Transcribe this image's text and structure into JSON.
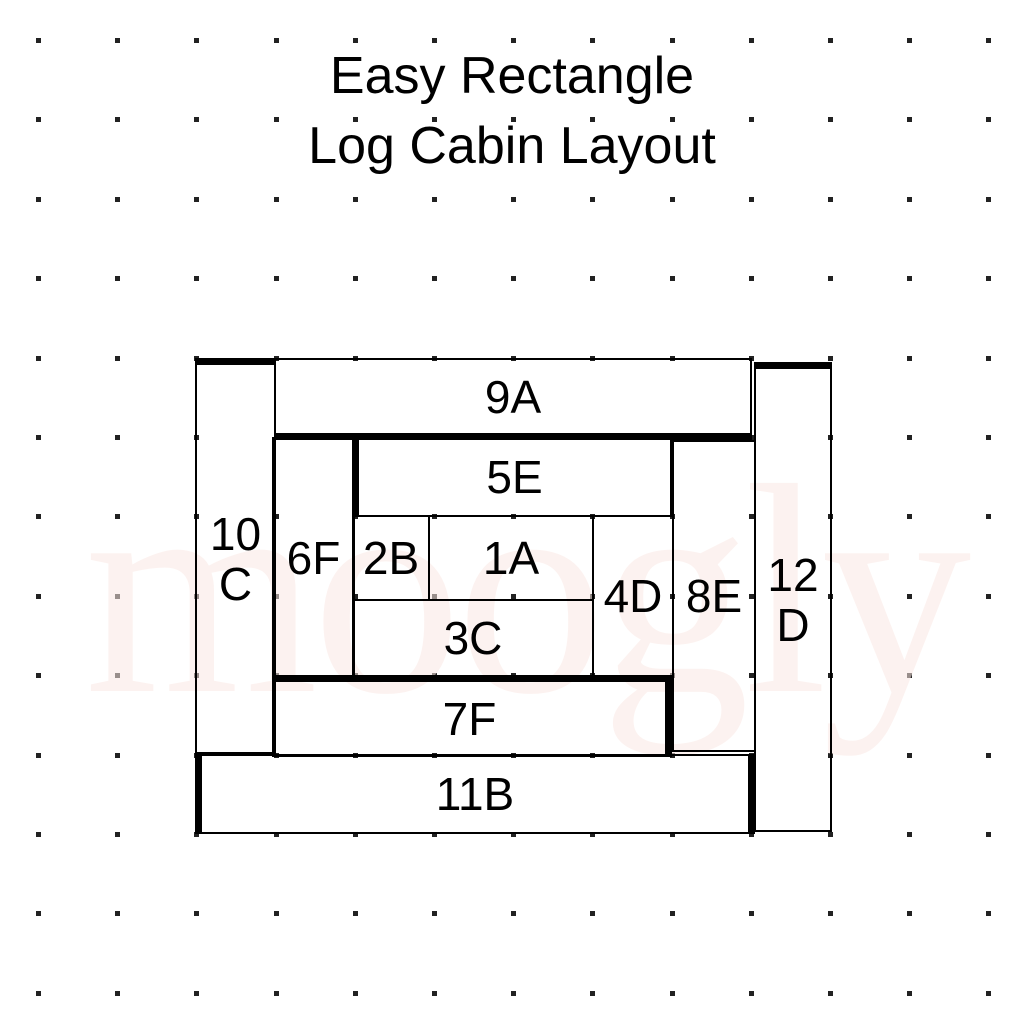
{
  "title": {
    "line1": "Easy Rectangle",
    "line2": "Log Cabin Layout"
  },
  "watermark": {
    "text": "moogly",
    "color": "#fbe9e4"
  },
  "colors": {
    "line": "#000000",
    "background": "#ffffff",
    "grid_dot": "#222222"
  },
  "blocks": [
    {
      "id": "1A",
      "label": "1A"
    },
    {
      "id": "2B",
      "label": "2B"
    },
    {
      "id": "3C",
      "label": "3C"
    },
    {
      "id": "4D",
      "label": "4D"
    },
    {
      "id": "5E",
      "label": "5E"
    },
    {
      "id": "6F",
      "label": "6F"
    },
    {
      "id": "7F",
      "label": "7F"
    },
    {
      "id": "8E",
      "label": "8E"
    },
    {
      "id": "9A",
      "label": "9A"
    },
    {
      "id": "10C",
      "label": "10\nC"
    },
    {
      "id": "11B",
      "label": "11B"
    },
    {
      "id": "12D",
      "label": "12\nD"
    }
  ]
}
